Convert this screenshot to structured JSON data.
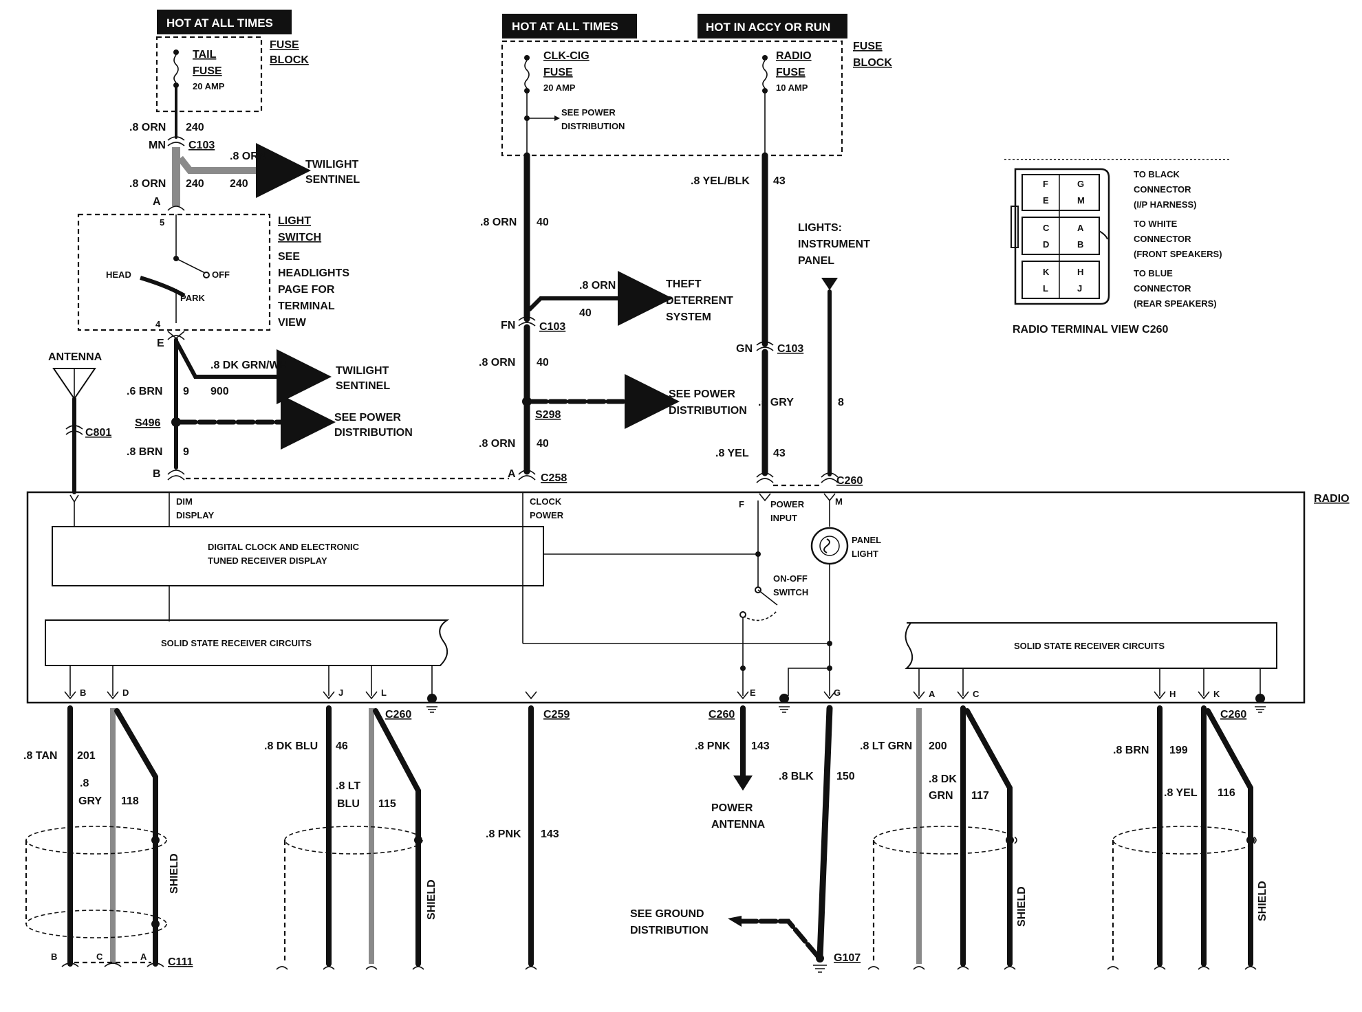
{
  "headers": {
    "hot_all_times_left": "HOT AT ALL TIMES",
    "hot_all_times_mid": "HOT AT ALL TIMES",
    "hot_accy_run": "HOT IN ACCY OR RUN"
  },
  "fuse_block": {
    "label_l1": "FUSE",
    "label_l2": "BLOCK",
    "tail_fuse": [
      "TAIL",
      "FUSE",
      "20 AMP"
    ],
    "clk_cig_fuse": [
      "CLK-CIG",
      "FUSE",
      "20 AMP"
    ],
    "radio_fuse": [
      "RADIO",
      "FUSE",
      "10 AMP"
    ],
    "see_power_dist": [
      "SEE POWER",
      "DISTRIBUTION"
    ]
  },
  "left_branch": {
    "wire_orn_top": ".8 ORN",
    "circ_240_a": "240",
    "mn": "MN",
    "c103": "C103",
    "wire_orn_branch": ".8 ORN",
    "wire_orn_low": ".8 ORN",
    "circ_240_b": "240",
    "circ_240_c": "240",
    "twilight_1": [
      "TWILIGHT",
      "SENTINEL"
    ],
    "pin_a": "A",
    "pin_5": "5",
    "pin_4": "4",
    "pin_e": "E",
    "light_switch": [
      "LIGHT",
      "SWITCH"
    ],
    "light_switch_see": [
      "SEE",
      "HEADLIGHTS",
      "PAGE FOR",
      "TERMINAL",
      "VIEW"
    ],
    "head": "HEAD",
    "off": "OFF",
    "park": "PARK",
    "dk_grn_wht": ".8 DK GRN/WHT",
    "circ_900": "900",
    "twilight_2": [
      "TWILIGHT",
      "SENTINEL"
    ],
    "brn_6": ".6 BRN",
    "circ_9a": "9",
    "s496": "S496",
    "see_power_dist_2": [
      "SEE POWER",
      "DISTRIBUTION"
    ],
    "brn_8": ".8 BRN",
    "circ_9b": "9",
    "pin_b": "B",
    "antenna": "ANTENNA",
    "c801": "C801"
  },
  "mid_branch": {
    "orn_40_top": ".8 ORN",
    "circ_40_a": "40",
    "orn_theft": ".8 ORN",
    "circ_40_theft": "40",
    "theft": [
      "THEFT",
      "DETERRENT",
      "SYSTEM"
    ],
    "fn": "FN",
    "c103": "C103",
    "orn_40_mid": ".8 ORN",
    "circ_40_b": "40",
    "s298": "S298",
    "see_power_dist_3": [
      "SEE POWER",
      "DISTRIBUTION"
    ],
    "orn_40_low": ".8 ORN",
    "circ_40_c": "40",
    "pin_a": "A",
    "c258": "C258"
  },
  "right_branch": {
    "yel_blk": ".8 YEL/BLK",
    "circ_43_a": "43",
    "lights_ip": [
      "LIGHTS:",
      "INSTRUMENT",
      "PANEL"
    ],
    "gn": "GN",
    "c103": "C103",
    "gry": ".5 GRY",
    "circ_8": "8",
    "yel": ".8 YEL",
    "circ_43_b": "43",
    "c260": "C260"
  },
  "radio_box": {
    "label": "RADIO",
    "dim_display": [
      "DIM",
      "DISPLAY"
    ],
    "clock_power": [
      "CLOCK",
      "POWER"
    ],
    "pin_f": "F",
    "power_input": [
      "POWER",
      "INPUT"
    ],
    "pin_m": "M",
    "panel_light": [
      "PANEL",
      "LIGHT"
    ],
    "on_off": [
      "ON-OFF",
      "SWITCH"
    ],
    "digital_clock": [
      "DIGITAL CLOCK AND ELECTRONIC",
      "TUNED RECEIVER DISPLAY"
    ],
    "ssr_left": "SOLID STATE RECEIVER CIRCUITS",
    "ssr_right": "SOLID STATE RECEIVER CIRCUITS",
    "pins_bottom": [
      "B",
      "D",
      "J",
      "L",
      "E",
      "G",
      "A",
      "C",
      "H",
      "K"
    ]
  },
  "terminal_view": {
    "title": "RADIO TERMINAL VIEW C260",
    "cells": [
      "F",
      "G",
      "E",
      "M",
      "C",
      "A",
      "D",
      "B",
      "K",
      "H",
      "L",
      "J"
    ],
    "black": [
      "TO BLACK",
      "CONNECTOR",
      "(I/P HARNESS)"
    ],
    "white": [
      "TO WHITE",
      "CONNECTOR",
      "(FRONT SPEAKERS)"
    ],
    "blue": [
      "TO BLUE",
      "CONNECTOR",
      "(REAR SPEAKERS)"
    ]
  },
  "bottom": {
    "tan": ".8 TAN",
    "circ_201": "201",
    "gry_l1": ".8",
    "gry_l2": "GRY",
    "circ_118": "118",
    "shield": "SHIELD",
    "c111": "C111",
    "pin_b": "B",
    "pin_c": "C",
    "pin_a": "A",
    "dk_blu": ".8 DK BLU",
    "circ_46": "46",
    "lt_blu_l1": ".8 LT",
    "lt_blu_l2": "BLU",
    "circ_115": "115",
    "c260": "C260",
    "c259": "C259",
    "pnk_mid": ".8 PNK",
    "circ_143_mid": "143",
    "pnk_right": ".8 PNK",
    "circ_143_right": "143",
    "power_antenna": [
      "POWER",
      "ANTENNA"
    ],
    "blk": ".8 BLK",
    "circ_150": "150",
    "see_ground": [
      "SEE GROUND",
      "DISTRIBUTION"
    ],
    "g107": "G107",
    "lt_grn": ".8 LT GRN",
    "circ_200": "200",
    "dk_grn_l1": ".8 DK",
    "dk_grn_l2": "GRN",
    "circ_117": "117",
    "brn": ".8 BRN",
    "circ_199": "199",
    "yel": ".8 YEL",
    "circ_116": "116"
  }
}
